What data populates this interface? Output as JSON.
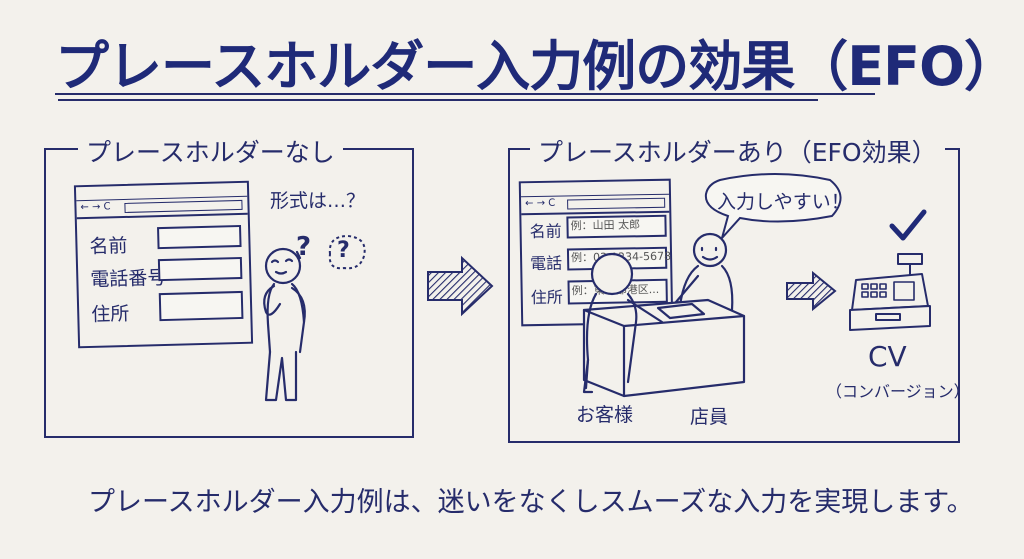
{
  "title": "プレースホルダー入力例の効果（EFO）",
  "left_panel": {
    "label": "プレースホルダーなし",
    "browser_nav": "← → C",
    "fields": [
      "名前",
      "電話番号",
      "住所"
    ],
    "thought": "形式は…？",
    "question_marks": [
      "?",
      "?"
    ]
  },
  "right_panel": {
    "label": "プレースホルダーあり（EFO効果）",
    "browser_nav": "← → C",
    "fields": [
      {
        "label": "名前",
        "placeholder": "例：山田 太郎"
      },
      {
        "label": "電話",
        "placeholder": "例：03-1234-5678"
      },
      {
        "label": "住所",
        "placeholder": "例：東京都港区..."
      }
    ],
    "speech": "入力しやすい！",
    "customer_label": "お客様",
    "staff_label": "店員",
    "cv_label": "CV",
    "cv_sub": "（コンバージョン）"
  },
  "bottom_text": "プレースホルダー入力例は、迷いをなくしスムーズな入力を実現します。"
}
